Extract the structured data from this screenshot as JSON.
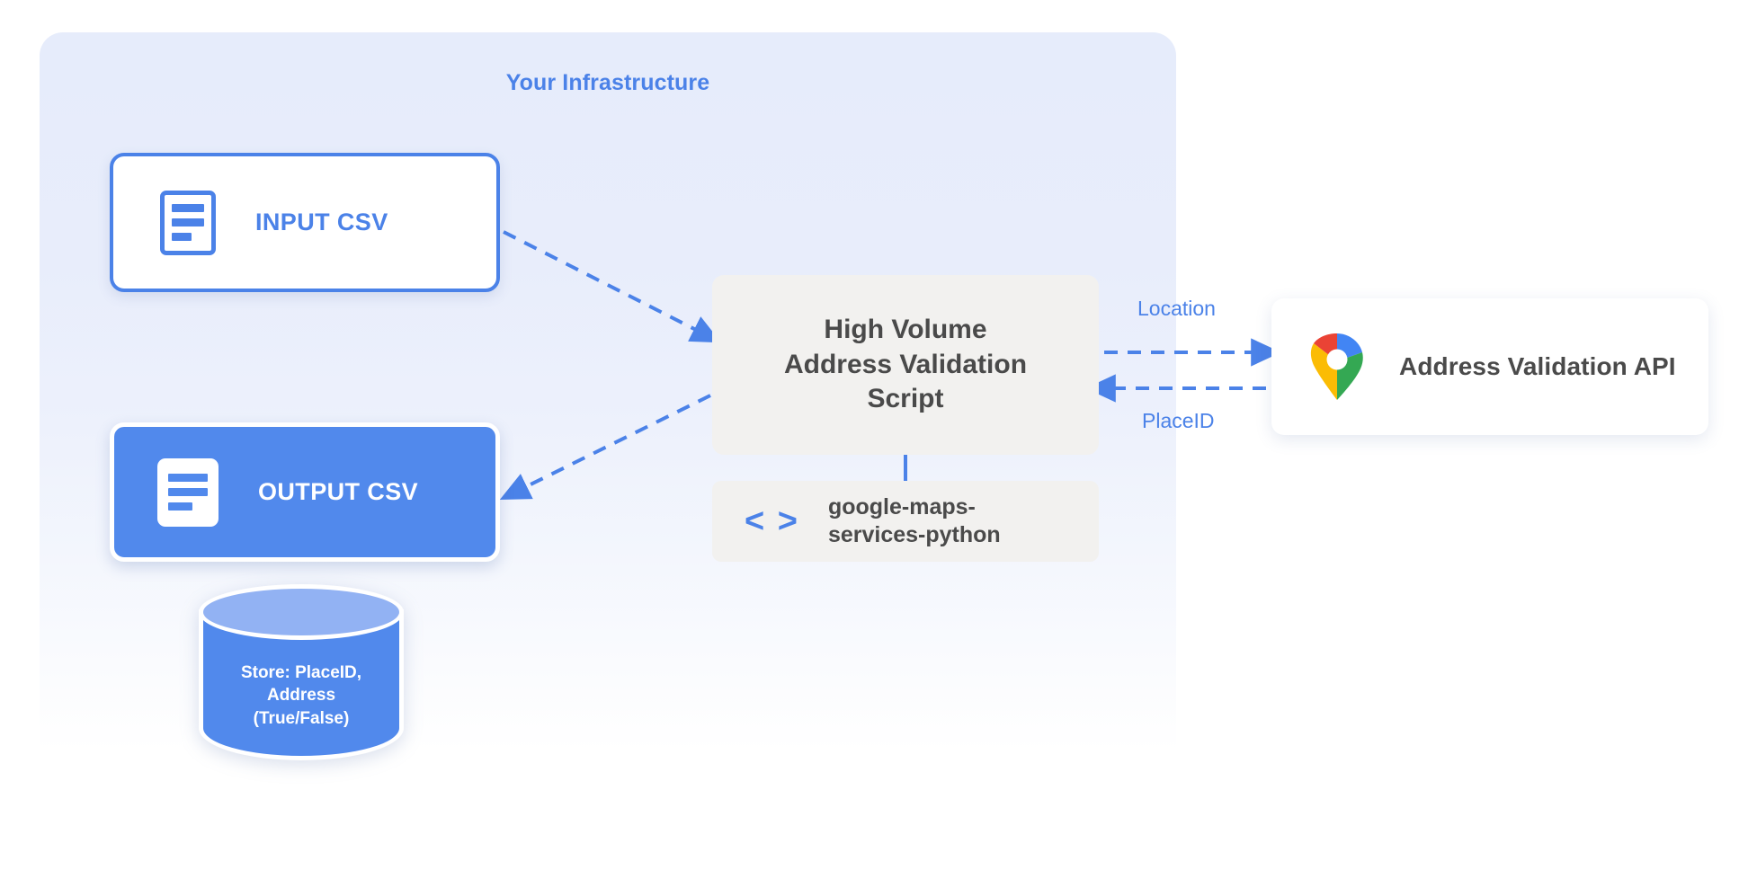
{
  "diagram": {
    "title_visible": false,
    "accent_blue": "#4b82e8",
    "fill_blue": "#5189ec",
    "light_blue": "#92b2f3",
    "panel_bg": "#e6ecfb",
    "box_gray": "#f2f1ef",
    "text_gray": "#4a4a4a"
  },
  "infrastructure": {
    "title": "Your Infrastructure"
  },
  "nodes": {
    "input_csv": {
      "label": "INPUT CSV",
      "icon": "document-lines-outline-icon"
    },
    "output_csv": {
      "label": "OUTPUT CSV",
      "icon": "document-lines-filled-icon"
    },
    "database": {
      "line1": "Store: PlaceID,",
      "line2": "Address",
      "line3": "(True/False)",
      "icon": "database-cylinder-icon"
    },
    "script": {
      "line1": "High Volume",
      "line2": "Address Validation",
      "line3": "Script"
    },
    "library": {
      "line1": "google-maps-",
      "line2": "services-python",
      "icon": "code-brackets-icon",
      "code_glyph": "< >"
    },
    "api": {
      "label": "Address Validation API",
      "icon": "google-maps-pin-icon"
    }
  },
  "edges": {
    "input_to_script": {
      "style": "dashed",
      "direction": "to-script"
    },
    "script_to_output": {
      "style": "dashed",
      "direction": "to-output"
    },
    "script_to_api": {
      "style": "dashed",
      "label": "Location"
    },
    "api_to_script": {
      "style": "dashed",
      "label": "PlaceID"
    },
    "script_to_library": {
      "style": "solid"
    }
  }
}
